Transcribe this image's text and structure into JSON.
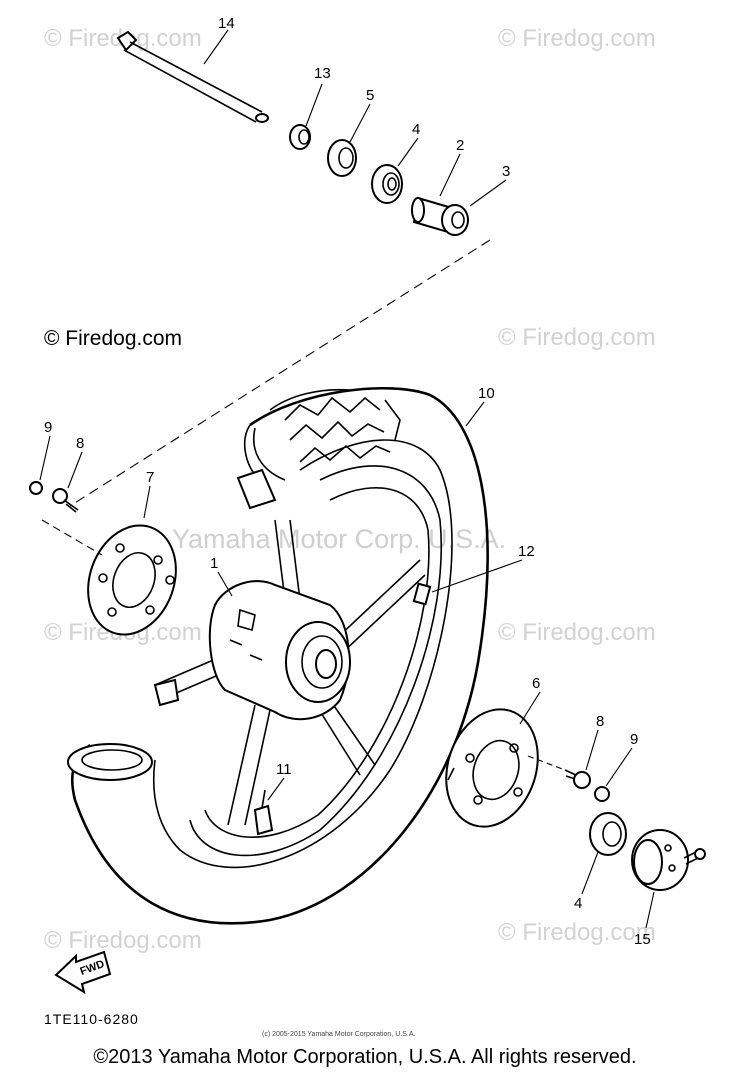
{
  "watermarks": {
    "site": "© Firedog.com",
    "center": "Yamaha Motor Corp. U.S.A."
  },
  "callouts": {
    "c14": "14",
    "c13": "13",
    "c5": "5",
    "c4a": "4",
    "c2": "2",
    "c3": "3",
    "c10": "10",
    "c9a": "9",
    "c8a": "8",
    "c7": "7",
    "c1": "1",
    "c12": "12",
    "c6": "6",
    "c8b": "8",
    "c9b": "9",
    "c11": "11",
    "c4b": "4",
    "c15": "15"
  },
  "arrow_label": "FWD",
  "part_code": "1TE110-6280",
  "small_copyright": "(c) 2005-2015 Yamaha Motor Corporation, U.S.A.",
  "footer_copyright": "©2013 Yamaha Motor Corporation, U.S.A. All rights reserved."
}
